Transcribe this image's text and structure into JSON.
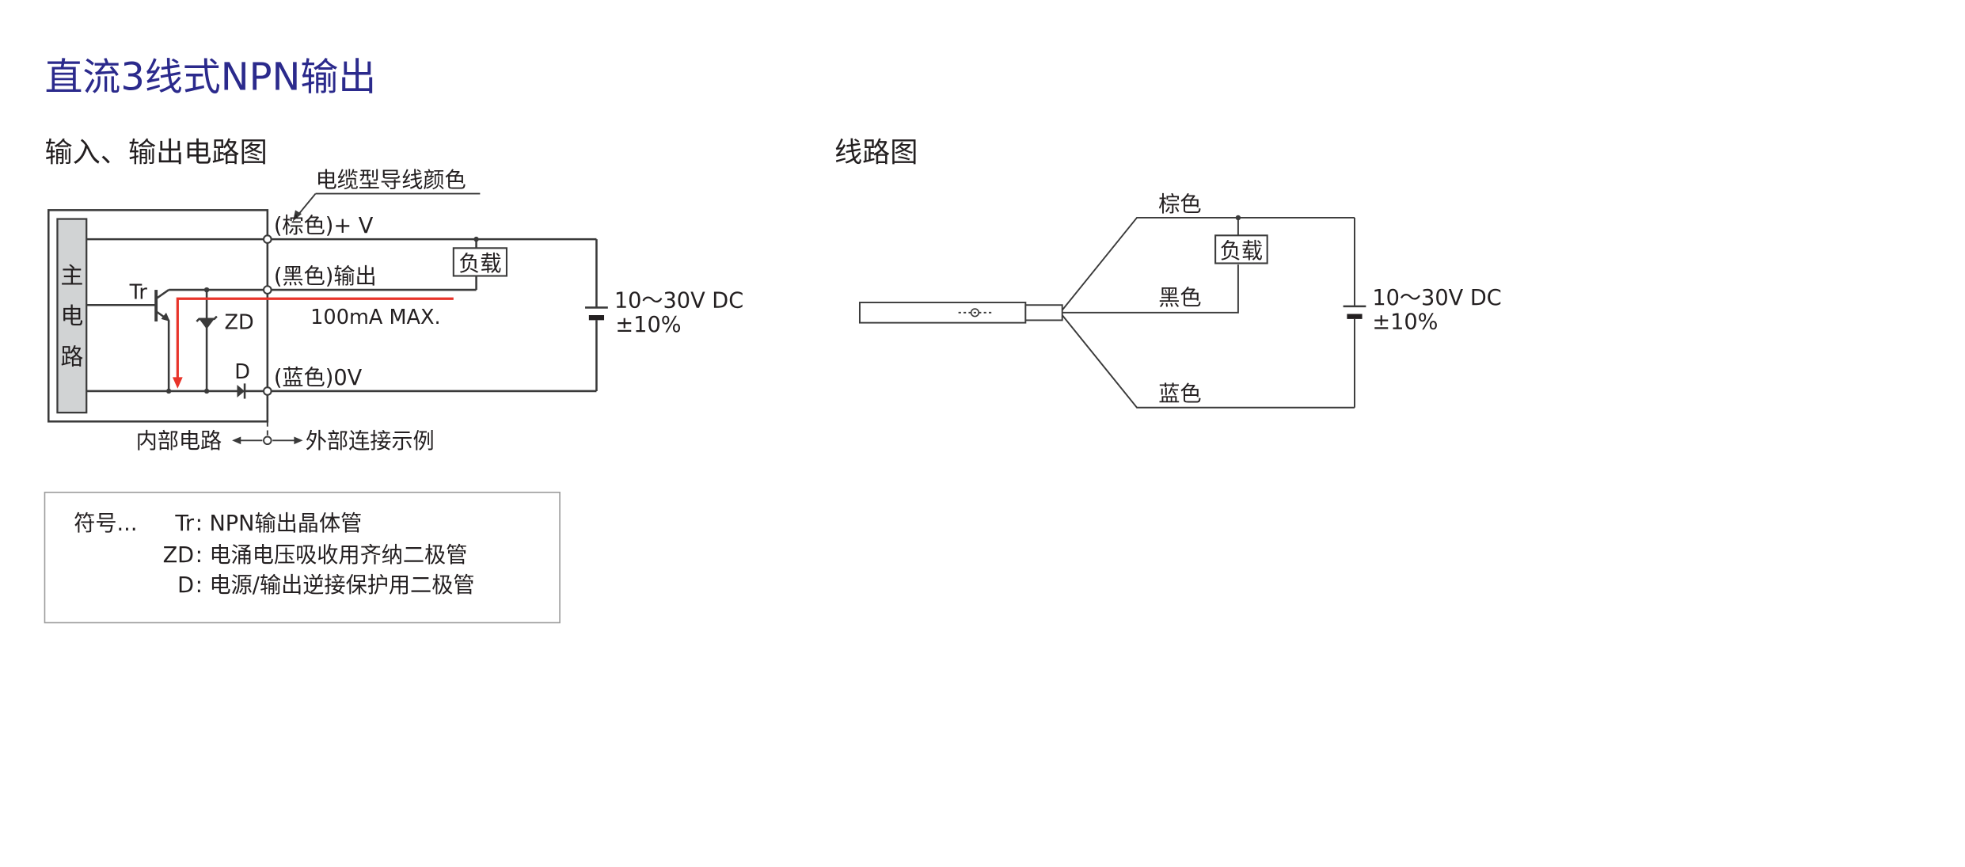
{
  "page_title": "直流3线式NPN输出",
  "circuit": {
    "title": "输入、输出电路图",
    "cable_color_label": "电缆型导线颜色",
    "main_circuit": [
      "主",
      "电",
      "路"
    ],
    "brown_terminal": "(棕色)+ V",
    "black_terminal": "(黑色)输出",
    "blue_terminal": "(蓝色)0V",
    "load": "负载",
    "tr": "Tr",
    "zd": "ZD",
    "d": "D",
    "max_current": "100mA MAX.",
    "supply_voltage": "10～30V DC",
    "supply_tolerance": "±10%",
    "internal": "内部电路",
    "external": "外部连接示例"
  },
  "legend": {
    "prefix": "符号...",
    "rows": [
      {
        "symbol": "Tr",
        "desc": ": NPN输出晶体管"
      },
      {
        "symbol": "ZD",
        "desc": ": 电涌电压吸收用齐纳二极管"
      },
      {
        "symbol": "D",
        "desc": ": 电源/输出逆接保护用二极管"
      }
    ]
  },
  "wiring": {
    "title": "线路图",
    "brown": "棕色",
    "black": "黑色",
    "blue": "蓝色",
    "load": "负载",
    "supply_voltage": "10～30V DC",
    "supply_tolerance": "±10%"
  },
  "colors": {
    "title": "#2b2a8c",
    "text": "#231f20",
    "current_arrow": "#e8342a"
  }
}
